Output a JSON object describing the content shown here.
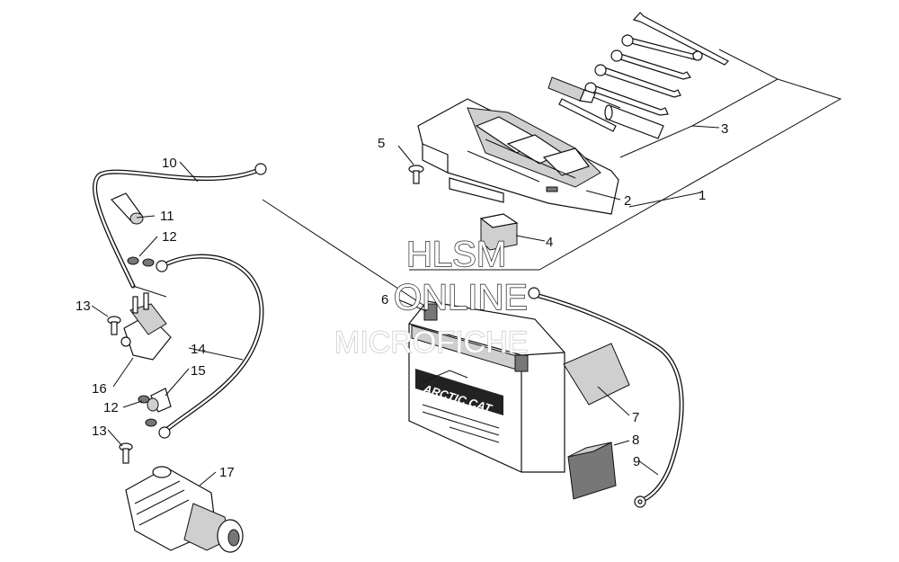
{
  "watermark": {
    "line1": "HLSM",
    "line2": "ONLINE",
    "line3": "MICROFICHE"
  },
  "battery": {
    "brand": "ARCTIC CAT"
  },
  "callouts": {
    "c1": "1",
    "c2": "2",
    "c3": "3",
    "c4": "4",
    "c5": "5",
    "c6": "6",
    "c7": "7",
    "c8": "8",
    "c9": "9",
    "c10": "10",
    "c11": "11",
    "c12a": "12",
    "c12b": "12",
    "c13a": "13",
    "c13b": "13",
    "c14": "14",
    "c15": "15",
    "c16": "16",
    "c17": "17"
  }
}
